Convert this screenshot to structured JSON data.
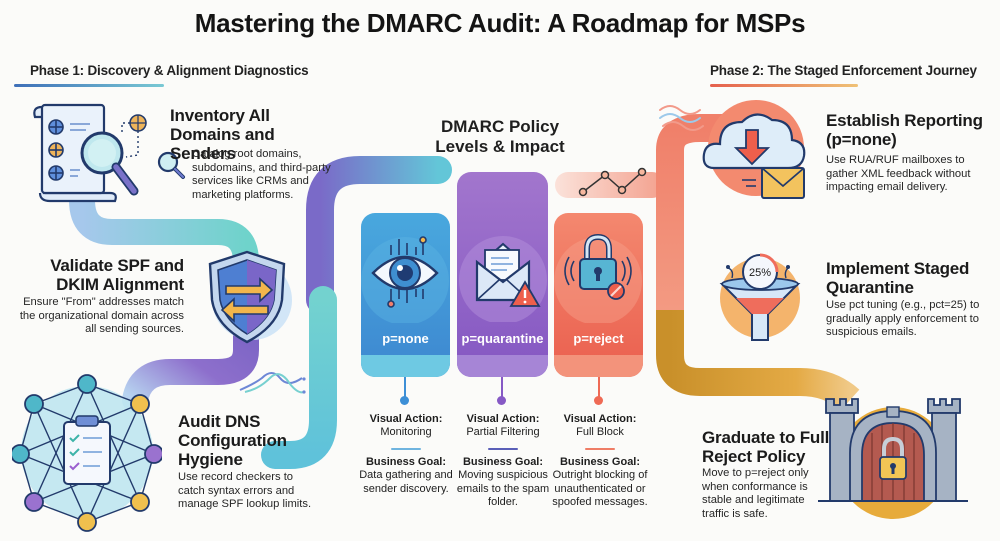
{
  "title": "Mastering the DMARC Audit: A Roadmap for MSPs",
  "colors": {
    "blue": "#3d8fd6",
    "purple": "#8b63c6",
    "coral": "#ef6a55",
    "gold": "#d59a2c",
    "teal": "#6fd0cd"
  },
  "phase1": {
    "label": "Phase 1: Discovery & Alignment Diagnostics",
    "steps": [
      {
        "title": "Inventory All Domains and Senders",
        "description": "Catalog root domains, subdomains, and third-party services like CRMs and marketing platforms.",
        "icon": "document-magnifier-icon"
      },
      {
        "title": "Validate SPF and DKIM Alignment",
        "description": "Ensure \"From\" addresses match the organizational domain across all sending sources.",
        "icon": "shield-arrows-icon"
      },
      {
        "title": "Audit DNS Configuration Hygiene",
        "description": "Use record checkers to catch syntax errors and manage SPF lookup limits.",
        "icon": "network-clipboard-icon"
      }
    ]
  },
  "center": {
    "title_line1": "DMARC Policy",
    "title_line2": "Levels & Impact",
    "policies": [
      {
        "label": "p=none",
        "icon": "eye-icon",
        "visual_action_label": "Visual Action:",
        "visual_action": "Monitoring",
        "business_goal_label": "Business Goal:",
        "business_goal": "Data gathering and sender discovery."
      },
      {
        "label": "p=quarantine",
        "icon": "envelope-warning-icon",
        "visual_action_label": "Visual Action:",
        "visual_action": "Partial Filtering",
        "business_goal_label": "Business Goal:",
        "business_goal": "Moving suspicious emails to the spam folder."
      },
      {
        "label": "p=reject",
        "icon": "padlock-block-icon",
        "visual_action_label": "Visual Action:",
        "visual_action": "Full Block",
        "business_goal_label": "Business Goal:",
        "business_goal": "Outright blocking of unauthenticated or spoofed messages."
      }
    ]
  },
  "phase2": {
    "label": "Phase 2: The Staged Enforcement Journey",
    "steps": [
      {
        "title": "Establish Reporting (p=none)",
        "description": "Use RUA/RUF mailboxes to gather XML feedback without impacting email delivery.",
        "icon": "cloud-download-envelope-icon"
      },
      {
        "title": "Implement Staged Quarantine",
        "description": "Use pct tuning (e.g., pct=25) to gradually apply enforcement to suspicious emails.",
        "icon": "funnel-icon",
        "badge": "25%"
      },
      {
        "title": "Graduate to Full Reject Policy",
        "description": "Move to p=reject only when conformance is stable and legitimate traffic is safe.",
        "icon": "castle-gate-lock-icon"
      }
    ]
  }
}
